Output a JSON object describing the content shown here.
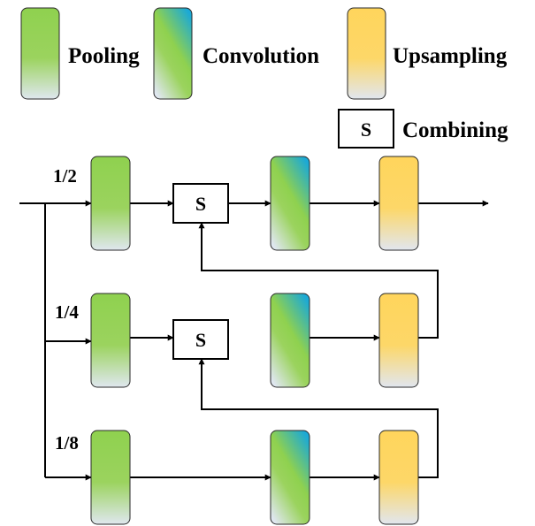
{
  "legend": {
    "pooling": "Pooling",
    "convolution": "Convolution",
    "upsampling": "Upsampling",
    "combining": "Combining",
    "combining_symbol": "S"
  },
  "scales": {
    "half": "1/2",
    "quarter": "1/4",
    "eighth": "1/8"
  },
  "combine_symbol": "S",
  "colors": {
    "pooling_top": "#8fd14f",
    "pooling_bottom": "#dfe7ef",
    "convolution_top": "#1ba9d6",
    "convolution_mid": "#8fd14f",
    "convolution_bottom": "#dfe7ef",
    "upsampling_top": "#ffd55c",
    "upsampling_bottom": "#e1e6ef"
  }
}
